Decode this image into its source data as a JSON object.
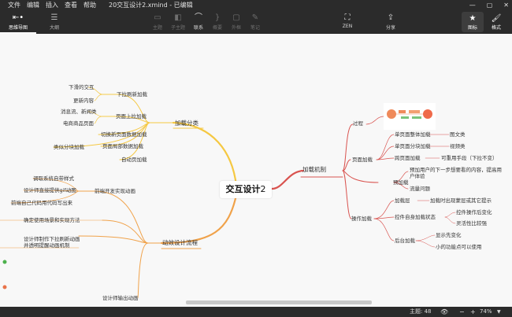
{
  "menu": [
    "文件",
    "编辑",
    "插入",
    "查看",
    "帮助"
  ],
  "doc_title": "20交互设计2.xmind - 已编辑",
  "window_controls": [
    "—",
    "▢",
    "✕"
  ],
  "tabs": [
    {
      "label": "思维导图",
      "icon": "mindmap-icon",
      "active": true
    },
    {
      "label": "大纲",
      "icon": "outline-icon",
      "active": false
    }
  ],
  "tools": {
    "topic": "主题",
    "subtopic": "子主题",
    "relation": "联系",
    "summary": "概要",
    "boundary": "外框",
    "notes": "笔记",
    "zen": "ZEN",
    "share": "分享",
    "icon_panel": "图标",
    "format_panel": "格式"
  },
  "central_topic": {
    "title": "交互设计",
    "suffix": "2"
  },
  "branches": {
    "loading_category": {
      "label": "加载分类",
      "pull_refresh": "下拉刷新加载",
      "pull_children": [
        "下滑的交互",
        "更新内容"
      ],
      "page_load": "页面上拉加载",
      "page_children": [
        "消息流、新闻类",
        "电商商品页面"
      ],
      "switch_page": "切换新页面数据加载",
      "page_partial": "页面局部数据加载",
      "category_data": "类似分块加载",
      "auto_page": "自动页加载"
    },
    "animation_flow": {
      "label": "动效设计流程",
      "dev_impl": "前端开发实现动画",
      "dev_children": [
        "调取系统自带样式",
        "设计师直接提供gif动图",
        "前端自己代码用代码写出来"
      ],
      "scene": "确定使用场景和实现方法",
      "design_make": "设计师制作下拉刷新动画并透明提醒动画机制",
      "output": "设计师输出动画"
    },
    "loading_mechanism": {
      "label": "加载机制",
      "process": "过程",
      "page_load": "页面加载",
      "page_children": [
        "单页面整体加载",
        "单页面分块加载",
        "跨页面加载"
      ],
      "page_side": [
        "图文类",
        "视频类",
        "可重用手段（下拉不变）"
      ],
      "preload": "预加载",
      "preload_children": [
        "预加用户的下一步想要看的内容，提高用户体验",
        "流量问题"
      ],
      "operation": "操作加载",
      "op_children": [
        "加载层",
        "控件自身加载状态",
        "后台加载"
      ],
      "op_side": [
        "加载时出现蒙层或其它提示",
        "控件操作后变化",
        "灵活性比较强",
        "显示先变化",
        "小的功能点可以使用"
      ]
    }
  },
  "status": {
    "topics": "主题: 48",
    "zoom": "74%",
    "minus": "−",
    "plus": "+"
  },
  "colors": {
    "chrome": "#2b2b2b",
    "canvas": "#f8f8f8",
    "orange": "#f0a24a",
    "yellow": "#f5c842",
    "red": "#d9534f",
    "pink": "#e05b5b"
  }
}
